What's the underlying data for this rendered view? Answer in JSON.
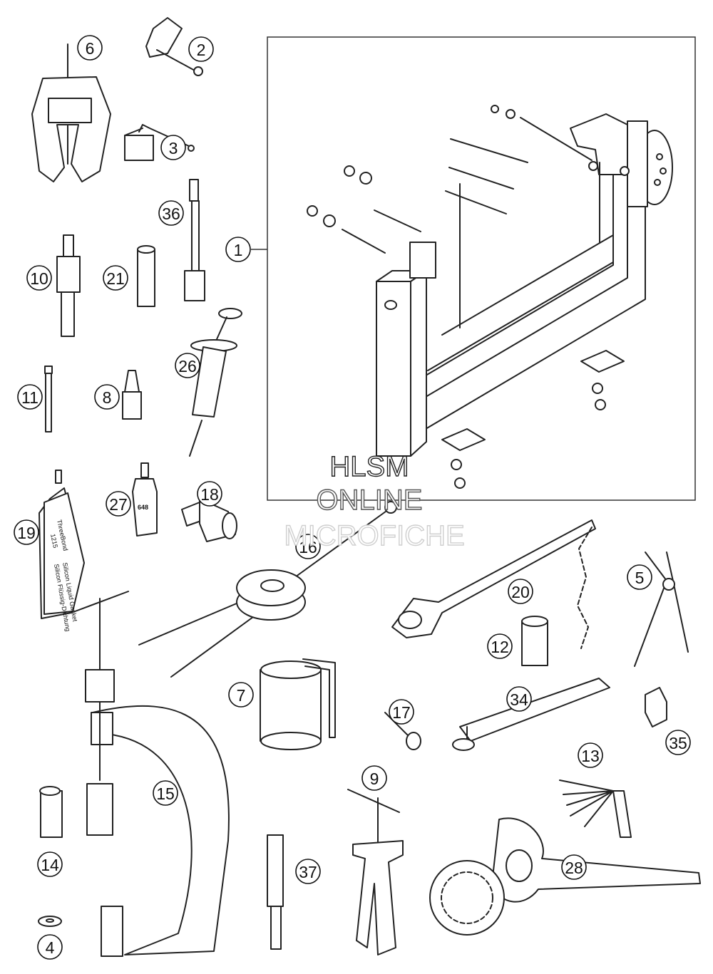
{
  "watermark": {
    "line1": "HLSM",
    "line2": "ONLINE",
    "line3": "MICROFICHE"
  },
  "part_labels": {
    "threebond_brand": "ThreeBond",
    "threebond_code": "1215",
    "loctite_code": "648",
    "tube_text_1": "Silicon Liquid Gasket",
    "tube_text_2": "Silicon Flüssig-Dichtung"
  },
  "callouts": [
    {
      "id": "callout-1",
      "label": "1"
    },
    {
      "id": "callout-2",
      "label": "2"
    },
    {
      "id": "callout-3",
      "label": "3"
    },
    {
      "id": "callout-4",
      "label": "4"
    },
    {
      "id": "callout-5",
      "label": "5"
    },
    {
      "id": "callout-6",
      "label": "6"
    },
    {
      "id": "callout-7",
      "label": "7"
    },
    {
      "id": "callout-8",
      "label": "8"
    },
    {
      "id": "callout-9",
      "label": "9"
    },
    {
      "id": "callout-10",
      "label": "10"
    },
    {
      "id": "callout-11",
      "label": "11"
    },
    {
      "id": "callout-12",
      "label": "12"
    },
    {
      "id": "callout-13",
      "label": "13"
    },
    {
      "id": "callout-14",
      "label": "14"
    },
    {
      "id": "callout-15",
      "label": "15"
    },
    {
      "id": "callout-16",
      "label": "16"
    },
    {
      "id": "callout-17",
      "label": "17"
    },
    {
      "id": "callout-18",
      "label": "18"
    },
    {
      "id": "callout-19",
      "label": "19"
    },
    {
      "id": "callout-20",
      "label": "20"
    },
    {
      "id": "callout-21",
      "label": "21"
    },
    {
      "id": "callout-26",
      "label": "26"
    },
    {
      "id": "callout-27",
      "label": "27"
    },
    {
      "id": "callout-28",
      "label": "28"
    },
    {
      "id": "callout-34",
      "label": "34"
    },
    {
      "id": "callout-35",
      "label": "35"
    },
    {
      "id": "callout-36",
      "label": "36"
    },
    {
      "id": "callout-37",
      "label": "37"
    }
  ]
}
